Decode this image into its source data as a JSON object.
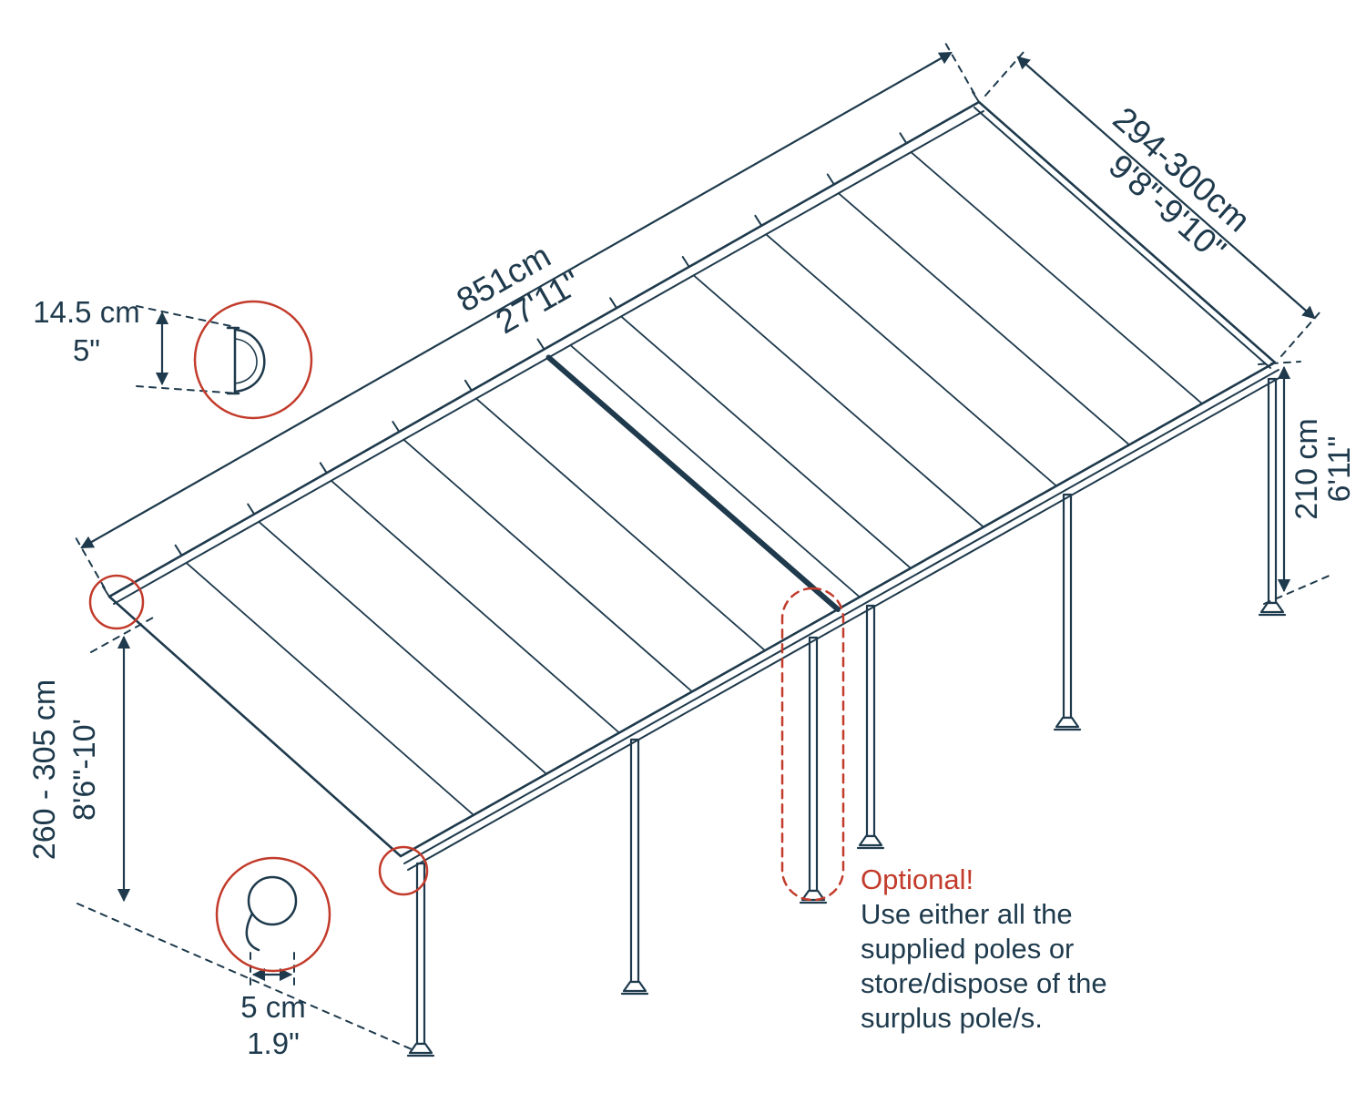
{
  "colors": {
    "line": "#1e3a4c",
    "accent": "#c23b2b"
  },
  "dims": {
    "length": {
      "metric": "851cm",
      "imperial": "27'11\""
    },
    "width": {
      "metric": "294-300cm",
      "imperial": "9'8\"-9'10\""
    },
    "height_front": {
      "metric": "210 cm",
      "imperial": "6'11\""
    },
    "height_back": {
      "metric": "260 - 305 cm",
      "imperial": "8'6\"-10'"
    },
    "profile": {
      "metric": "14.5 cm",
      "imperial": "5\""
    },
    "pole": {
      "metric": "5 cm",
      "imperial": "1.9\""
    }
  },
  "note": {
    "title": "Optional!",
    "lines": [
      "Use either all the",
      "supplied poles or",
      "store/dispose of the",
      "surplus pole/s."
    ]
  }
}
